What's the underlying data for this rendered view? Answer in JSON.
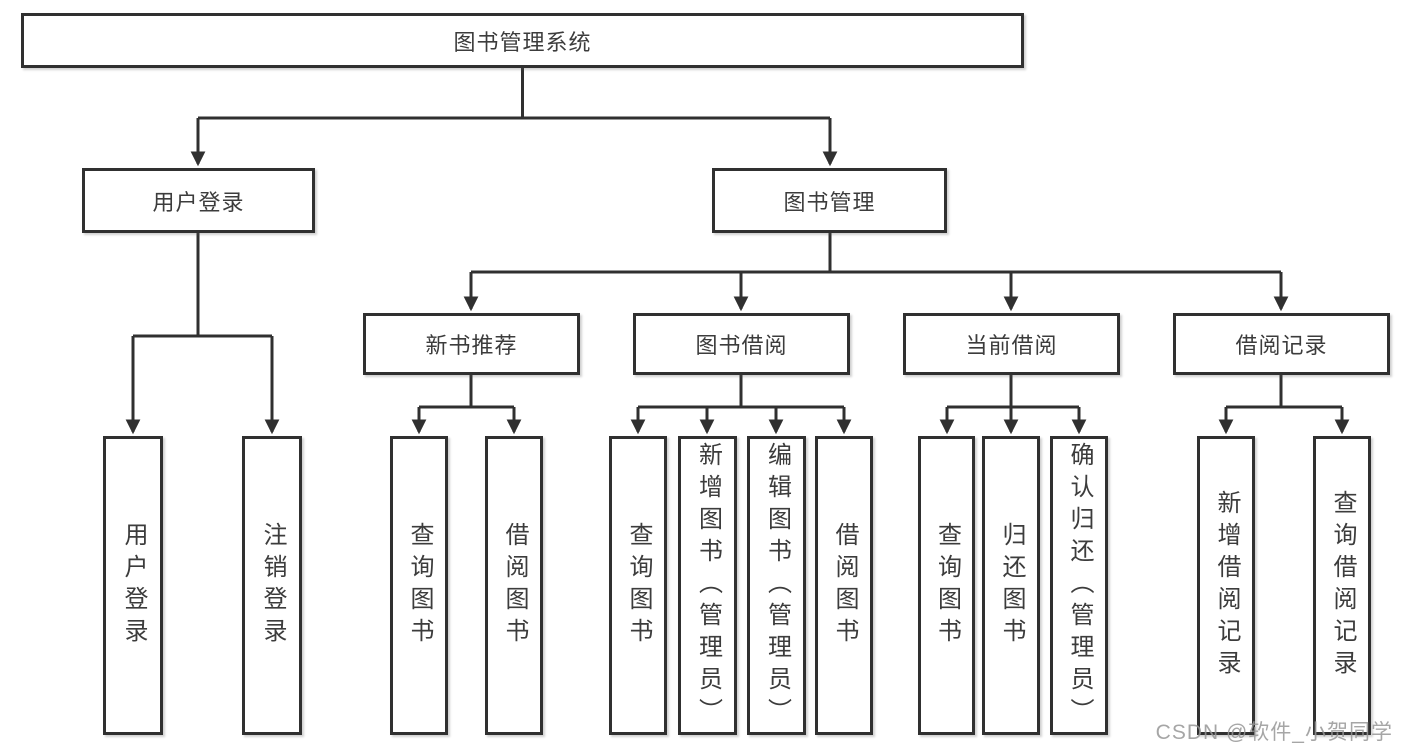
{
  "diagram": {
    "title": "图书管理系统",
    "tree": {
      "root": {
        "label": "图书管理系统",
        "children": [
          {
            "label": "用户登录",
            "children": [
              {
                "label": "用户登录"
              },
              {
                "label": "注销登录"
              }
            ]
          },
          {
            "label": "图书管理",
            "children": [
              {
                "label": "新书推荐",
                "children": [
                  {
                    "label": "查询图书"
                  },
                  {
                    "label": "借阅图书"
                  }
                ]
              },
              {
                "label": "图书借阅",
                "children": [
                  {
                    "label": "查询图书"
                  },
                  {
                    "label": "新增图书（管理员）"
                  },
                  {
                    "label": "编辑图书（管理员）"
                  },
                  {
                    "label": "借阅图书"
                  }
                ]
              },
              {
                "label": "当前借阅",
                "children": [
                  {
                    "label": "查询图书"
                  },
                  {
                    "label": "归还图书"
                  },
                  {
                    "label": "确认归还（管理员）"
                  }
                ]
              },
              {
                "label": "借阅记录",
                "children": [
                  {
                    "label": "新增借阅记录"
                  },
                  {
                    "label": "查询借阅记录"
                  }
                ]
              }
            ]
          }
        ]
      }
    },
    "colors": {
      "line": "#303030",
      "box_border": "#303030",
      "box_fill": "#ffffff",
      "text": "#3c3c3c",
      "watermark": "#969696",
      "background": "#ffffff"
    }
  },
  "watermark": {
    "text": "CSDN @软件_小贺同学"
  }
}
